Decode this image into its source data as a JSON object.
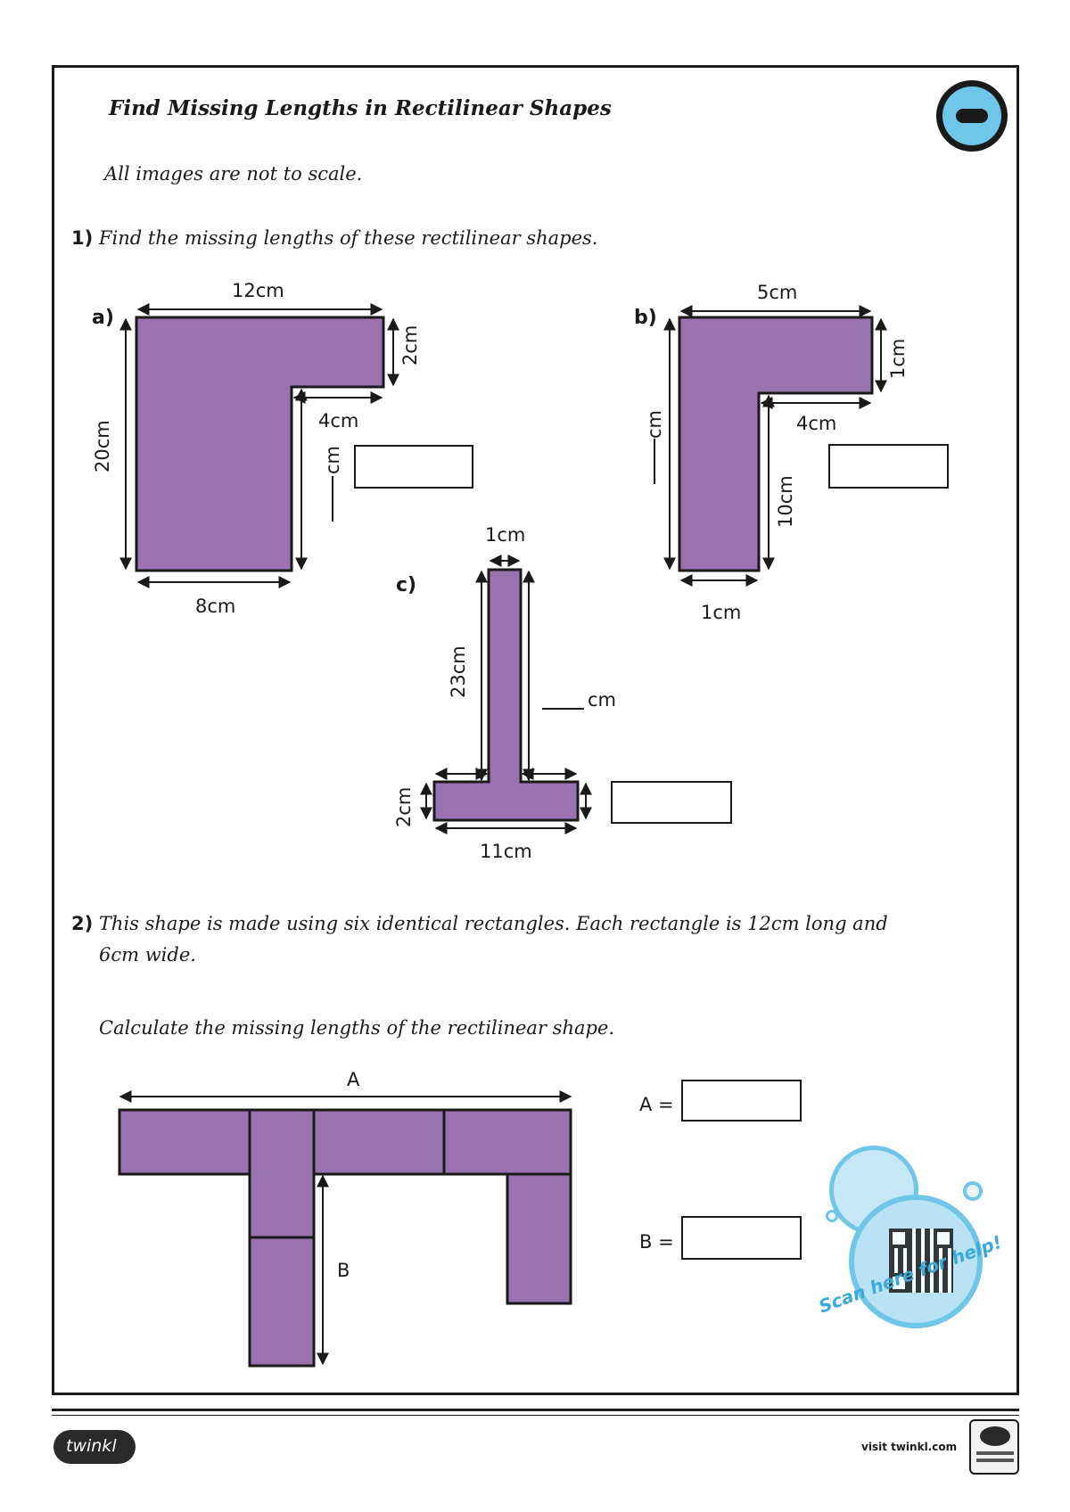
{
  "header": {
    "title": "Find Missing Lengths in Rectilinear Shapes",
    "note": "All images are not to scale."
  },
  "q1": {
    "number": "1)",
    "text": "Find the missing lengths of these rectilinear shapes.",
    "a": {
      "label": "a)",
      "top": "12cm",
      "right": "2cm",
      "inner": "4cm",
      "left": "20cm",
      "bottom": "8cm",
      "missing": "cm"
    },
    "b": {
      "label": "b)",
      "top": "5cm",
      "right": "1cm",
      "inner": "4cm",
      "left": "cm",
      "inner_vertical": "10cm",
      "bottom": "1cm"
    },
    "c": {
      "label": "c)",
      "top": "1cm",
      "stem": "23cm",
      "missing": "cm",
      "base_height": "2cm",
      "bottom": "11cm"
    }
  },
  "q2": {
    "number": "2)",
    "text_line1": "This shape is made using six identical rectangles. Each rectangle is 12cm long and",
    "text_line2": "6cm wide.",
    "instruction": "Calculate the missing lengths of the rectilinear shape.",
    "label_a": "A",
    "label_b": "B",
    "answer_a": "A =",
    "answer_b": "B ="
  },
  "help": {
    "text": "Scan here for help!"
  },
  "footer": {
    "brand": "twinkl",
    "visit": "visit twinkl.com"
  },
  "colors": {
    "shape_fill": "#9b72b0",
    "bubble": "#6ec6e8",
    "help_text": "#3aa9dc"
  }
}
